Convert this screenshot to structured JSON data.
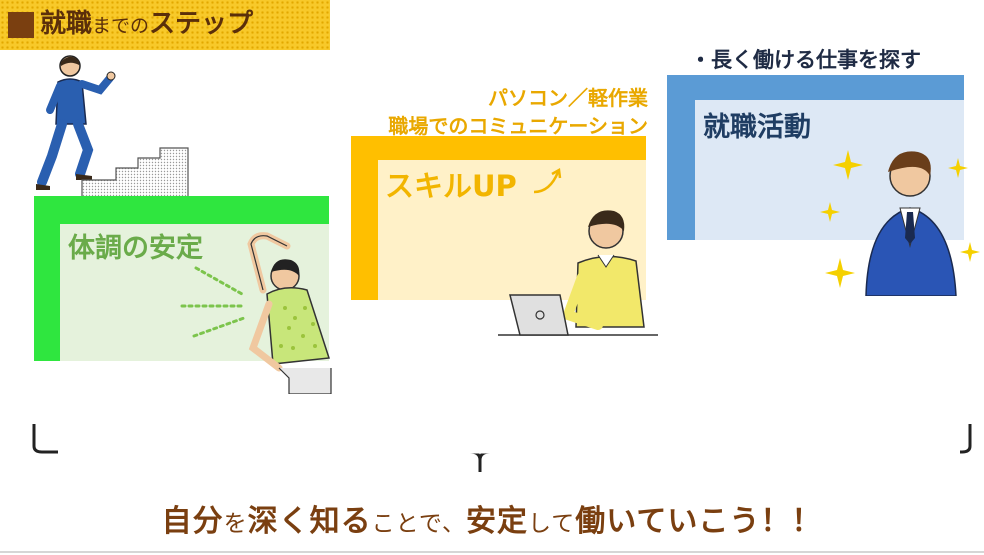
{
  "title": {
    "part1": "就職",
    "part2": "までの",
    "part3": "ステップ"
  },
  "steps": [
    {
      "label": "体調の安定"
    },
    {
      "label": "スキルUP",
      "notes": [
        "パソコン／軽作業",
        "職場でのコミュニケーション"
      ]
    },
    {
      "label": "就職活動",
      "notes": [
        "・長く働ける仕事を探す"
      ]
    }
  ],
  "conclusion": {
    "p1": "自分",
    "p2": "を",
    "p3": "深く知る",
    "p4": "ことで、",
    "p5": "安定",
    "p6": "して",
    "p7": "働いていこう！！"
  },
  "colors": {
    "step1": "#2fe63f",
    "step2": "#ffbf00",
    "step3": "#5b9bd5",
    "title_bg": "#f8c92a",
    "text_brown": "#7a3f10"
  },
  "icons": [
    "climbing-man-icon",
    "stretching-person-icon",
    "laptop-worker-icon",
    "businessman-icon",
    "sparkle-icon"
  ]
}
